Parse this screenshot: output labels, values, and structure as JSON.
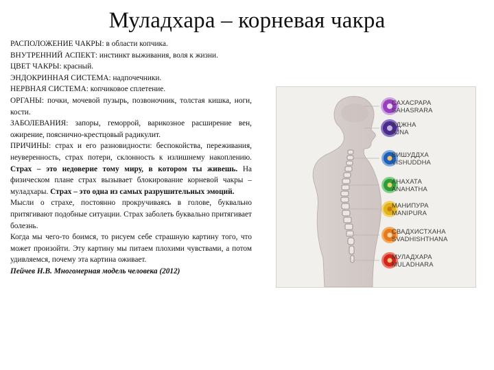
{
  "title": "Муладхара – корневая чакра",
  "paragraphs": {
    "p1": {
      "label": "РАСПОЛОЖЕНИЕ ЧАКРЫ:",
      "text": " в области копчика."
    },
    "p2": {
      "label": "ВНУТРЕННИЙ АСПЕКТ:",
      "text": " инстинкт выживания, воля к жизни."
    },
    "p3": {
      "label": "ЦВЕТ ЧАКРЫ:",
      "text": " красный."
    },
    "p4": {
      "label": "ЭНДОКРИННАЯ СИСТЕМА:",
      "text": " надпочечники."
    },
    "p5": {
      "label": "НЕРВНАЯ СИСТЕМА:",
      "text": " копчиковое сплетение."
    },
    "p6": {
      "label": "ОРГАНЫ:",
      "text": " почки, мочевой пузырь, позвоночник, толстая кишка, ноги, кости."
    },
    "p7": {
      "label": "ЗАБОЛЕВАНИЯ:",
      "text": " запоры, геморрой, варикозное расширение вен, ожирение, пояснично-крестцовый радикулит."
    },
    "p8": {
      "label": "ПРИЧИНЫ:",
      "text": " страх и его разновидности: беспокойства, переживания, неуверенность, страх потери, склонность к излишнему накоплению. ",
      "bold1": "Страх – это недоверие тому миру, в котором ты живешь.",
      "text2": " На физическом плане страх вызывает блокирование корневой чакры – муладхары. ",
      "bold2": "Страх – это одна из самых разрушительных эмоций."
    },
    "p9": "Мысли о страхе, постоянно прокручиваясь в голове, буквально притягивают подобные ситуации. Страх заболеть буквально притягивает болезнь.",
    "p10": "Когда мы чего-то боимся, то рисуем себе страшную картину того, что может произойти. Эту картину мы питаем плохими чувствами, а потом удивляемся, почему эта картина оживает.",
    "citation": "Пейчев Н.В. Многомерная модель человека (2012)"
  },
  "chakras": [
    {
      "ru": "САХАСРАРА",
      "en": "SAHASRARA",
      "color": "#9a3fc0"
    },
    {
      "ru": "АДЖНА",
      "en": "AJNA",
      "color": "#4b2a8c"
    },
    {
      "ru": "ВИШУДДХА",
      "en": "VISHUDDHA",
      "color": "#1f5fb8"
    },
    {
      "ru": "АНАХАТА",
      "en": "ANAHATHA",
      "color": "#2e9b3c"
    },
    {
      "ru": "МАНИПУРА",
      "en": "MANIPURA",
      "color": "#e3b21a"
    },
    {
      "ru": "СВАДХИСТХАНА",
      "en": "SVADHISHTHANA",
      "color": "#e87a1c"
    },
    {
      "ru": "МУЛАДХАРА",
      "en": "MULADHARA",
      "color": "#d2261c"
    }
  ]
}
